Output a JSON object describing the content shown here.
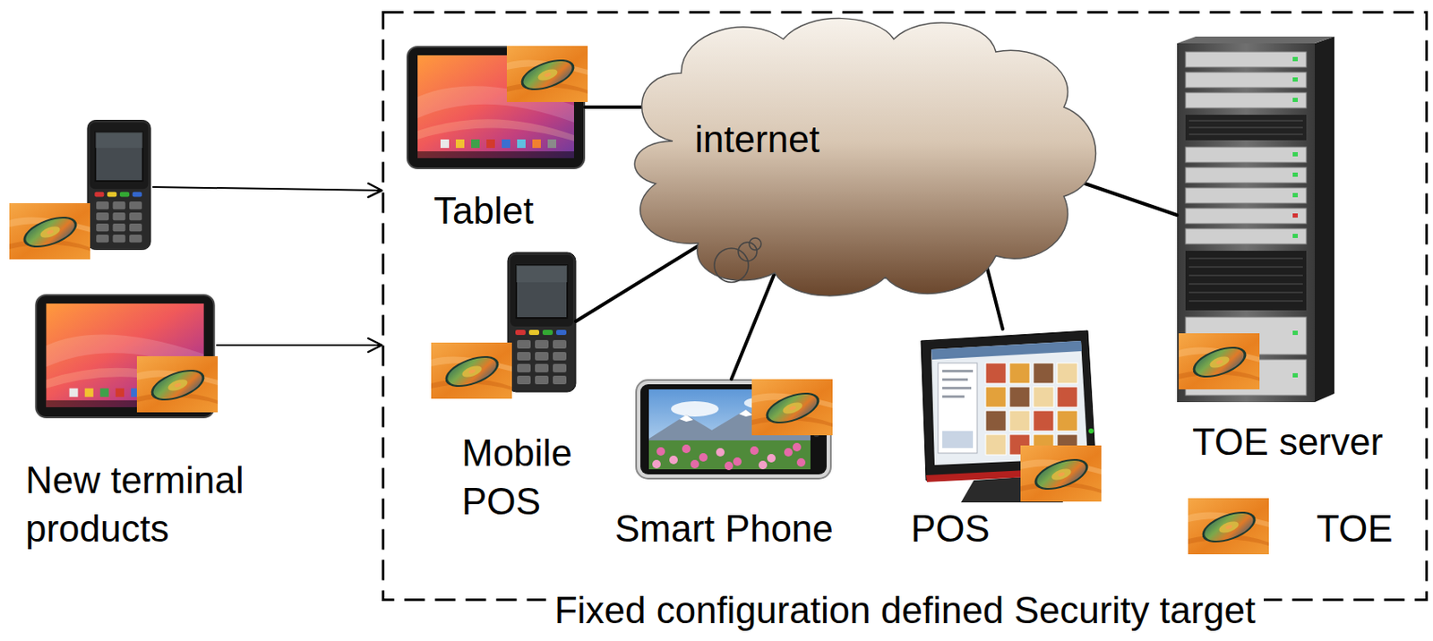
{
  "diagram": {
    "nodes": [
      {
        "text": [
          "New terminal products"
        ]
      },
      {
        "text": [
          "Fixed configuration defined Security target"
        ]
      },
      {
        "text": [
          "internet"
        ],
        "in": 1
      },
      {
        "text": [
          "Tablet"
        ],
        "in": 1
      },
      {
        "text": [
          "Mobile POS"
        ],
        "in": 1
      },
      {
        "text": [
          "Smart Phone"
        ],
        "in": 1
      },
      {
        "text": [
          "POS"
        ],
        "in": 1
      },
      {
        "text": [
          "TOE server"
        ],
        "in": 1
      }
    ],
    "edges": [
      {
        "from": 0,
        "to": 1,
        "arrow": "to"
      },
      {
        "from": 0,
        "to": 1,
        "arrow": "to"
      },
      {
        "from": 3,
        "to": 2,
        "arrow": "none"
      },
      {
        "from": 4,
        "to": 2,
        "arrow": "none"
      },
      {
        "from": 5,
        "to": 2,
        "arrow": "none"
      },
      {
        "from": 6,
        "to": 2,
        "arrow": "none"
      },
      {
        "from": 7,
        "to": 2,
        "arrow": "none"
      }
    ],
    "legend": [
      {
        "text": "TOE"
      }
    ]
  }
}
